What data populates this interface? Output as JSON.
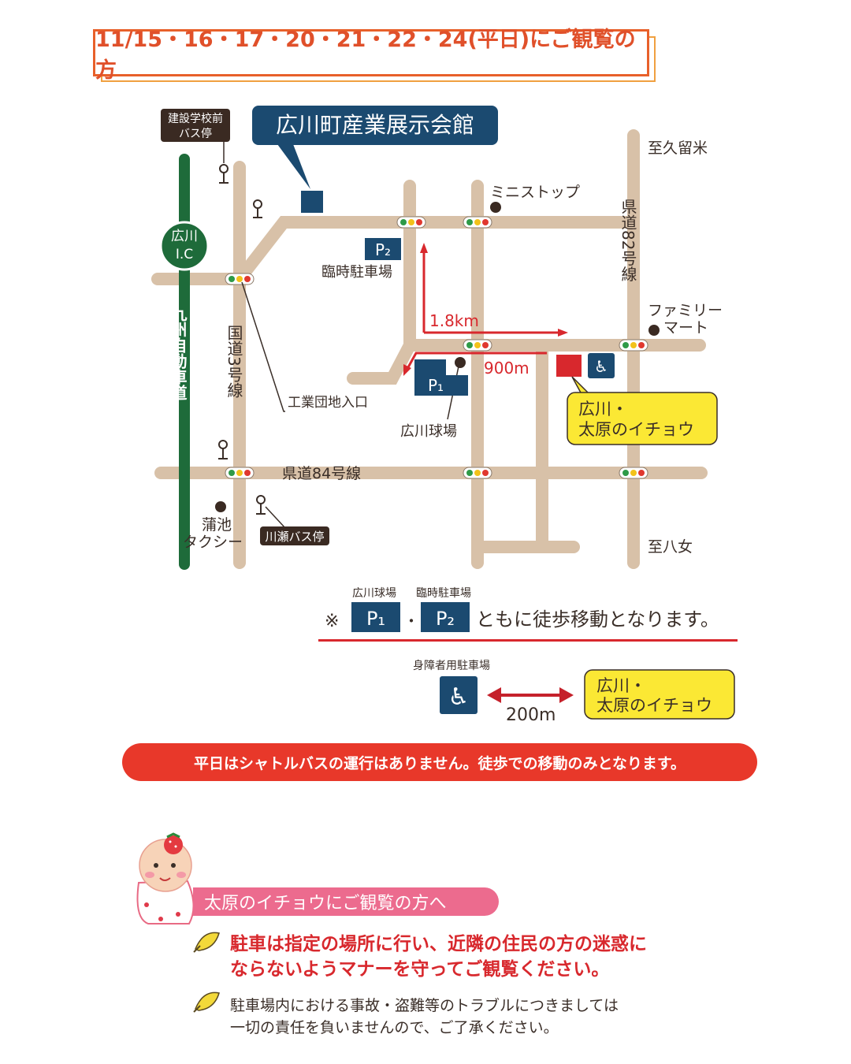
{
  "header": {
    "title": "11/15・16・17・20・21・22・24(平日)にご観覧の方"
  },
  "map": {
    "labels": {
      "hall": "広川町産業展示会館",
      "bus_stop_school_1": "建設学校前",
      "bus_stop_school_2": "バス停",
      "ic_1": "広川",
      "ic_2": "I.C",
      "expressway": "九州自動車道",
      "route3": "国道3号線",
      "to_kurume": "至久留米",
      "ministop": "ミニストップ",
      "pref82": "県道82号線",
      "p2_mark": "P₂",
      "p2_label": "臨時駐車場",
      "dist_1_8": "1.8km",
      "dist_900": "900m",
      "familymart_1": "ファミリー",
      "familymart_2": "マート",
      "p1_mark": "P₁",
      "industrial": "工業団地入口",
      "stadium": "広川球場",
      "ginkgo_1": "広川・",
      "ginkgo_2": "太原のイチョウ",
      "pref84": "県道84号線",
      "taxi_1": "蒲池",
      "taxi_2": "タクシー",
      "kawase_bus": "川瀬バス停",
      "to_yame": "至八女"
    },
    "colors": {
      "road": "#d8c1a8",
      "expressway": "#1e6b3a",
      "navy": "#1b4a70",
      "red_route": "#d8282d",
      "yellow": "#fbe834"
    }
  },
  "note": {
    "p1_caption": "広川球場",
    "p2_caption": "臨時駐車場",
    "mark": "※",
    "p1": "P₁",
    "dot": "・",
    "p2": "P₂",
    "text": "ともに徒歩移動となります。"
  },
  "accessible": {
    "caption": "身障者用駐車場",
    "distance": "200m",
    "dest_1": "広川・",
    "dest_2": "太原のイチョウ"
  },
  "banner": {
    "text": "平日はシャトルバスの運行はありません。徒歩での移動のみとなります。"
  },
  "visitors": {
    "heading": "太原のイチョウにご観覧の方へ",
    "item1_line1": "駐車は指定の場所に行い、近隣の住民の方の迷惑に",
    "item1_line2": "ならないようマナーを守ってご観覧ください。",
    "item2_line1": "駐車場内における事故・盗難等のトラブルにつきましては",
    "item2_line2": "一切の責任を負いませんので、ご了承ください。"
  }
}
